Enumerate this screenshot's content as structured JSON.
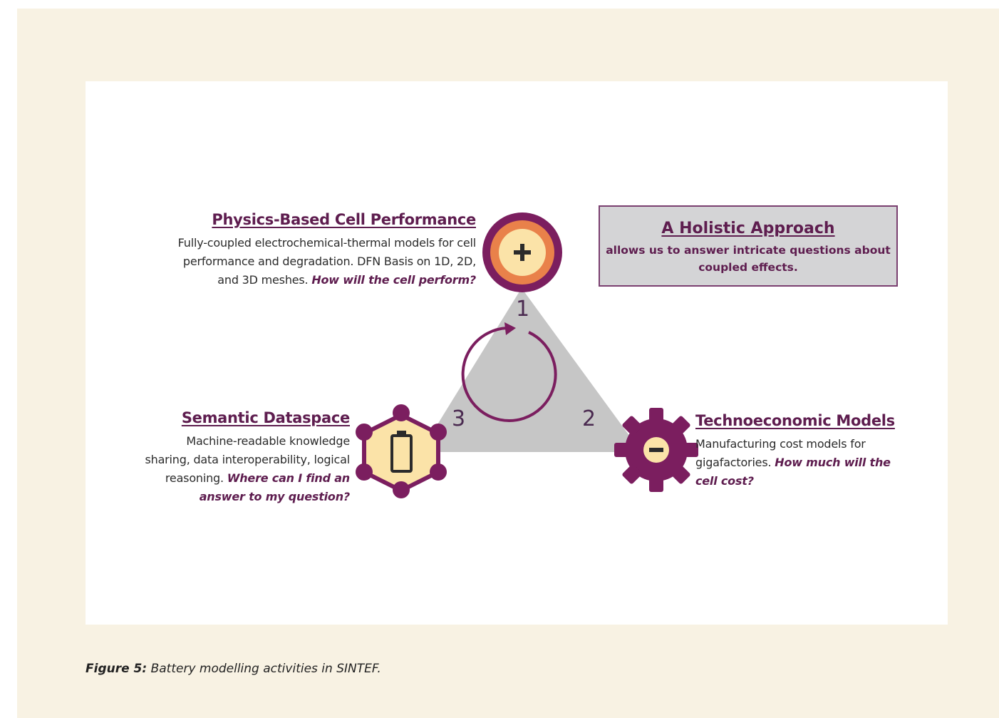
{
  "figure": {
    "top": {
      "title": "Physics-Based Cell Performance",
      "line1": "Fully-coupled electrochemical-thermal models for cell",
      "line2": "performance and degradation. DFN Basis on 1D, 2D,",
      "line3": "and 3D meshes.",
      "question": "How will the cell perform?",
      "icon_symbol": "+",
      "number": "1"
    },
    "right": {
      "title": "Technoeconomic Models",
      "line1": "Manufacturing cost models for",
      "line2": "gigafactories.",
      "question_a": "How much will the",
      "question_b": "cell cost?",
      "icon_symbol": "−",
      "number": "2"
    },
    "left": {
      "title": "Semantic Dataspace",
      "line1": "Machine-readable knowledge",
      "line2": "sharing, data interoperability, logical",
      "line3": "reasoning.",
      "question_a": "Where can I find an",
      "question_b": "answer to my question?",
      "number": "3"
    },
    "holistic": {
      "title": "A Holistic Approach",
      "description": "allows us to answer intricate questions about coupled effects."
    },
    "colors": {
      "purple": "#7b1e5f",
      "orange": "#e9814a",
      "cream": "#fbe3a8",
      "gray_triangle": "#c6c6c6"
    },
    "icons": [
      "plus-icon",
      "minus-icon",
      "battery-icon",
      "cycle-arrow-icon"
    ]
  },
  "caption": {
    "label": "Figure 5:",
    "text": "Battery modelling activities in SINTEF."
  }
}
